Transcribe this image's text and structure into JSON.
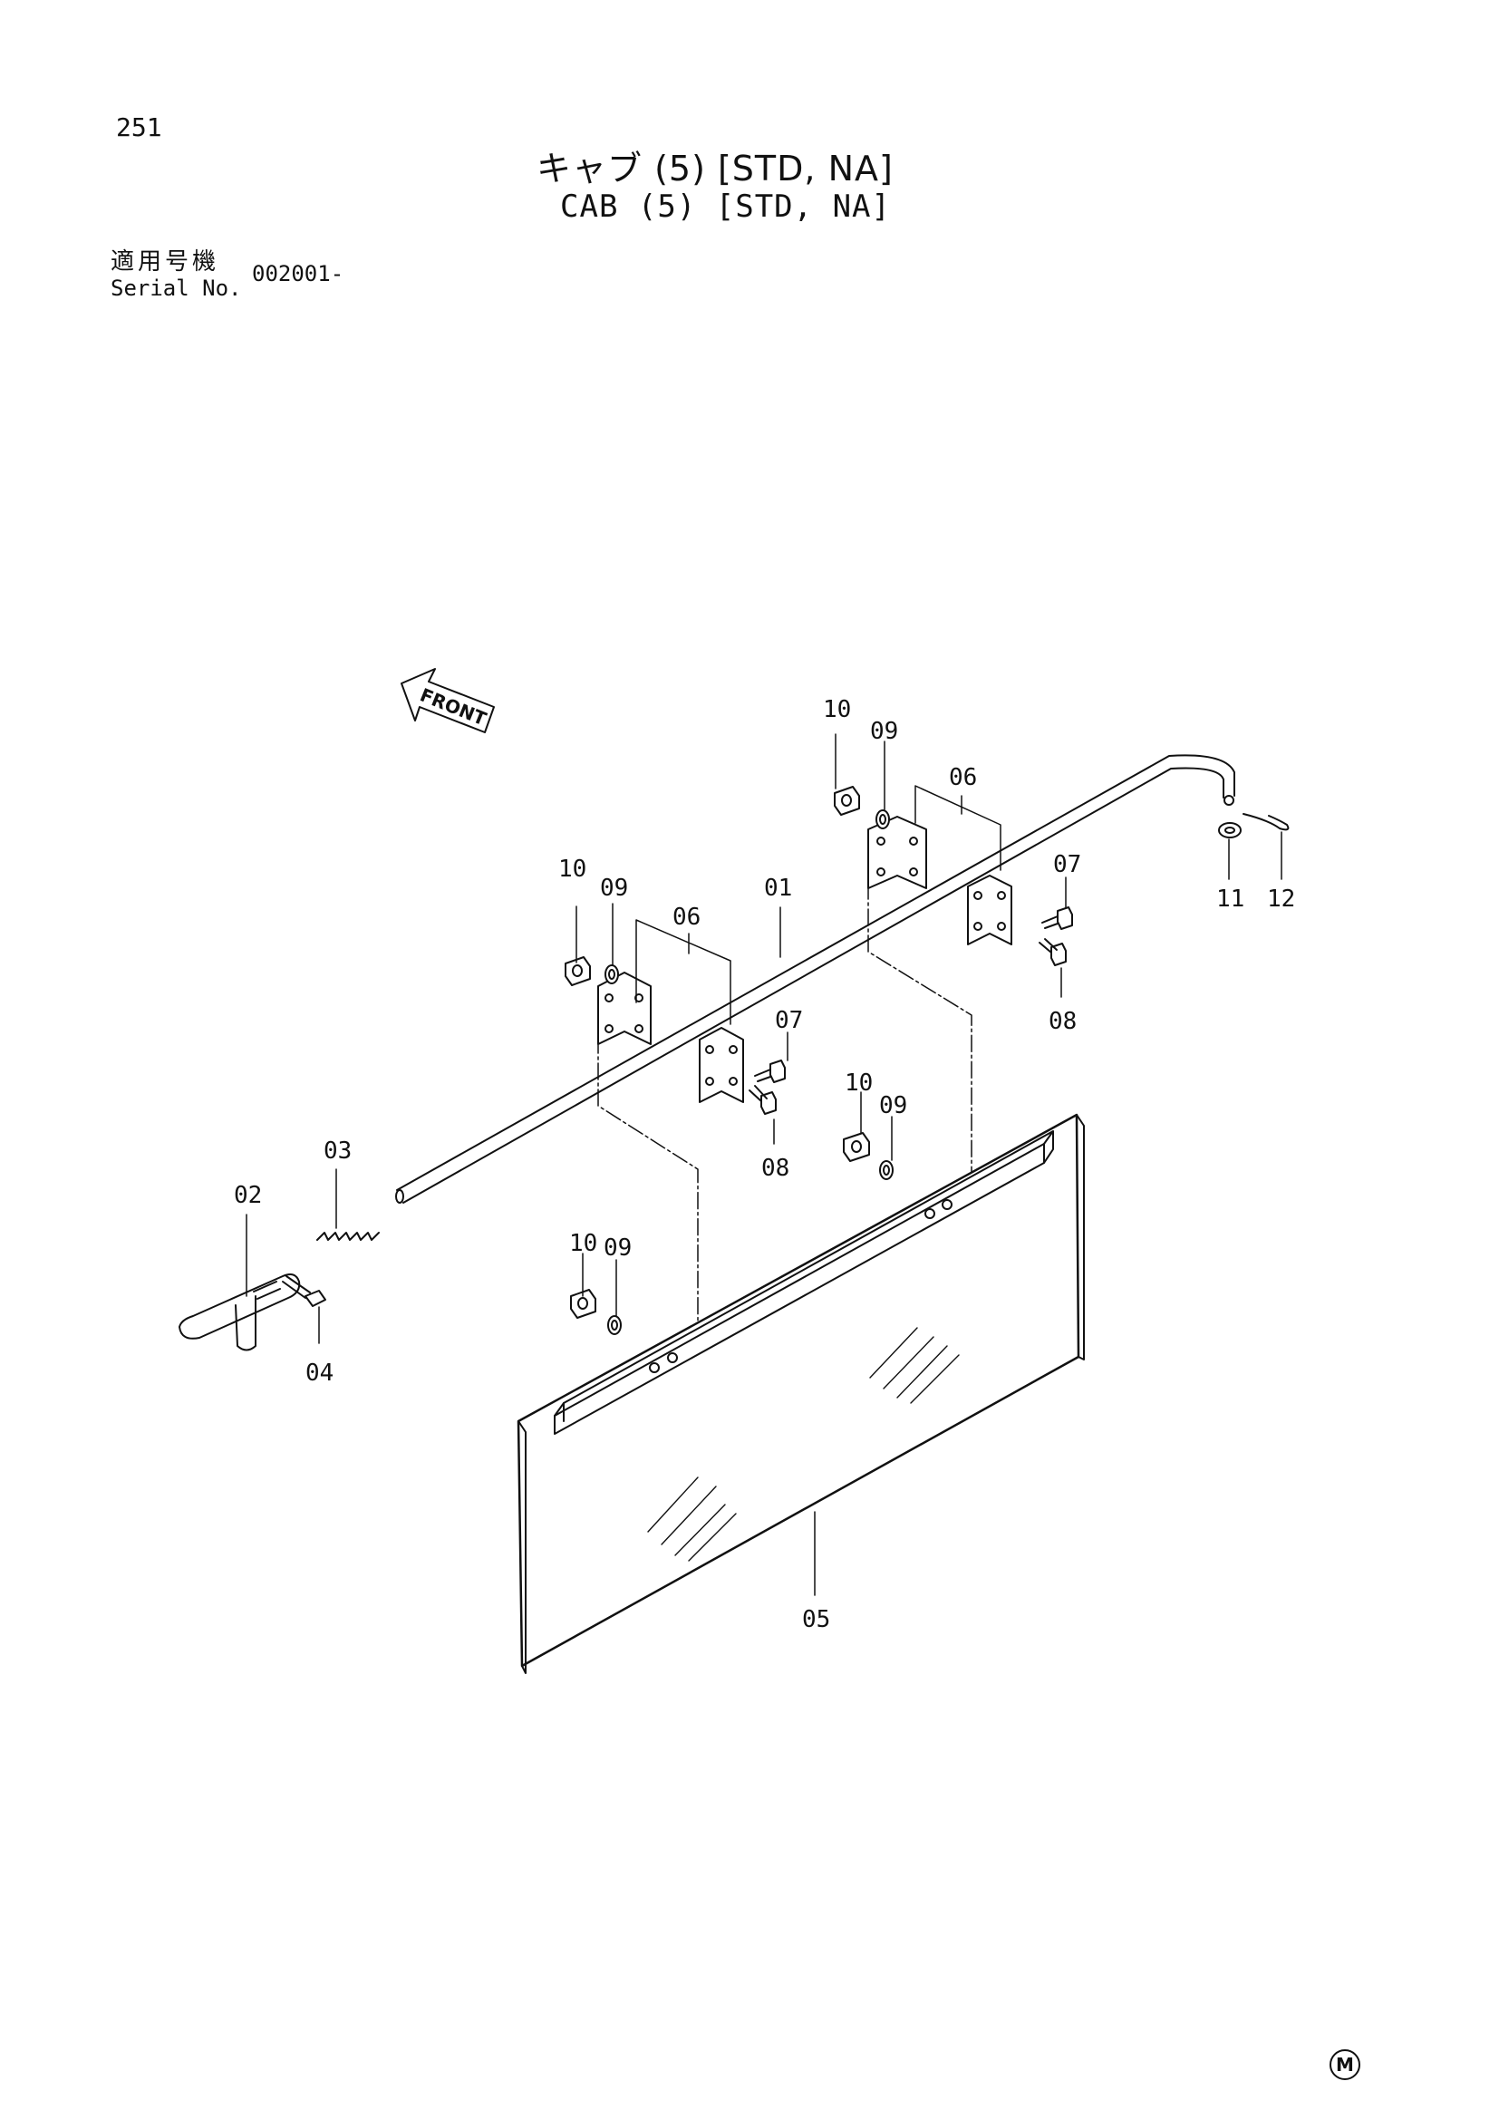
{
  "page": {
    "number": "251",
    "title_jp": "キャブ (5) [STD, NA]",
    "title_en": "CAB (5) [STD, NA]",
    "serial_label_jp": "適用号機",
    "serial_label_en": "Serial No.",
    "serial_value": "002001-"
  },
  "diagram": {
    "front_label": "FRONT",
    "callouts": {
      "c01": "01",
      "c02": "02",
      "c03": "03",
      "c04": "04",
      "c05": "05",
      "c06a": "06",
      "c06b": "06",
      "c07a": "07",
      "c07b": "07",
      "c08a": "08",
      "c08b": "08",
      "c09a": "09",
      "c09b": "09",
      "c09c": "09",
      "c09d": "09",
      "c10a": "10",
      "c10b": "10",
      "c10c": "10",
      "c10d": "10",
      "c11": "11",
      "c12": "12"
    }
  },
  "footer": {
    "mark": "M"
  }
}
